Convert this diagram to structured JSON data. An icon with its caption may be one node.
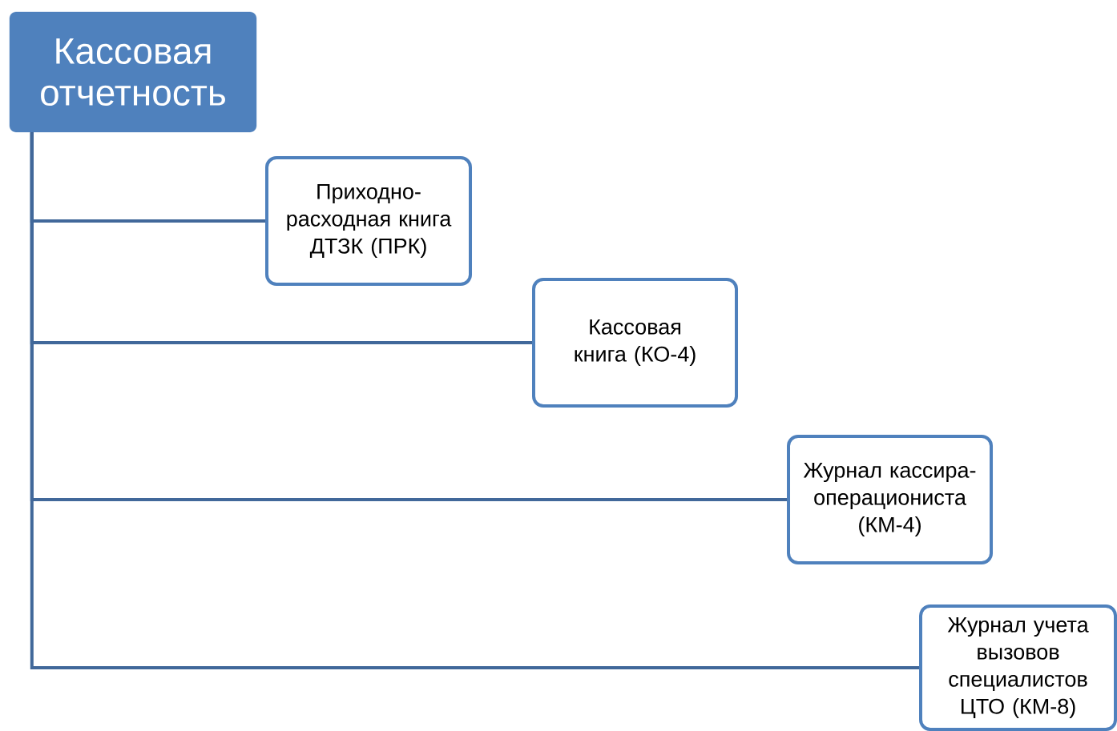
{
  "diagram": {
    "nodes": [
      {
        "text": [
          "Кассовая отчетность"
        ]
      },
      {
        "text": [
          "Приходно-расходная книга ДТЗК (ПРК)"
        ]
      },
      {
        "text": [
          "Кассовая книга (КО-4)"
        ]
      },
      {
        "text": [
          "Журнал кассира-операциониста (КМ-4)"
        ]
      },
      {
        "text": [
          "Журнал учета вызовов специалистов ЦТО (КМ-8)"
        ]
      }
    ],
    "edges": [
      {
        "from": 0,
        "to": 1,
        "arrow": "none"
      },
      {
        "from": 0,
        "to": 2,
        "arrow": "none"
      },
      {
        "from": 0,
        "to": 3,
        "arrow": "none"
      },
      {
        "from": 0,
        "to": 4,
        "arrow": "none"
      }
    ]
  }
}
